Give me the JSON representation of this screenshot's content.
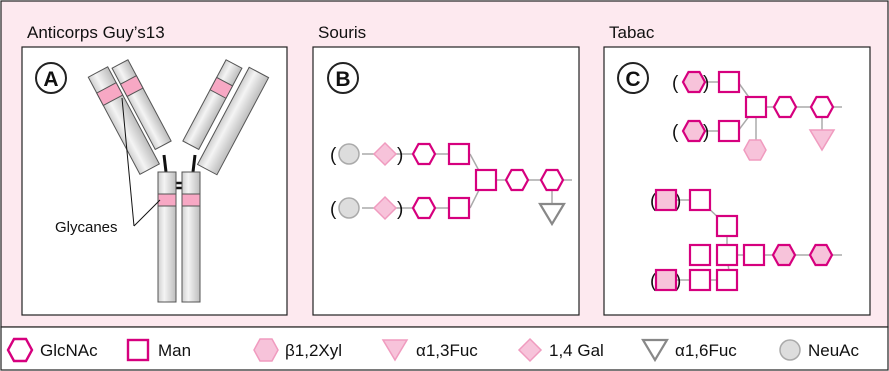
{
  "panels": [
    {
      "title": "Anticorps Guy’s13",
      "badge": "A"
    },
    {
      "title": "Souris",
      "badge": "B"
    },
    {
      "title": "Tabac",
      "badge": "C"
    }
  ],
  "antibody": {
    "glycan_label": "Glycanes"
  },
  "legend": [
    {
      "shape": "hexagon-outline",
      "color": "#d6007e",
      "label": "GlcNAc"
    },
    {
      "shape": "square-outline",
      "color": "#d6007e",
      "label": "Man"
    },
    {
      "shape": "hexagon-filled",
      "color": "#f7c3da",
      "label": "β1,2Xyl"
    },
    {
      "shape": "triangle-filled",
      "color": "#f7c3da",
      "label": "α1,3Fuc"
    },
    {
      "shape": "diamond-filled",
      "color": "#f7c3da",
      "label": "1,4 Gal"
    },
    {
      "shape": "triangle-outline",
      "color": "#888888",
      "label": "α1,6Fuc"
    },
    {
      "shape": "circle-filled",
      "color": "#dddddd",
      "label": "NeuAc"
    }
  ],
  "colors": {
    "background": "#fde9ef",
    "magenta": "#d6007e",
    "light_pink": "#f7c3da",
    "gray": "#888888",
    "link": "#aaaaaa"
  }
}
